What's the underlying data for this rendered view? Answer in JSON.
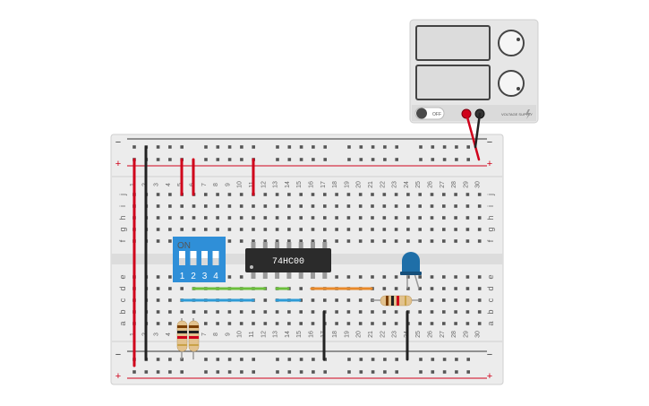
{
  "breadboard": {
    "rail_minus": "−",
    "rail_plus": "+",
    "rows_top": [
      "j",
      "i",
      "h",
      "g",
      "f"
    ],
    "rows_bottom": [
      "e",
      "d",
      "c",
      "b",
      "a"
    ],
    "columns_top": [
      "1",
      "2",
      "3",
      "4",
      "5",
      "6",
      "7",
      "8",
      "9",
      "10",
      "11",
      "12",
      "13",
      "14",
      "15",
      "16",
      "17",
      "18",
      "19",
      "20",
      "21",
      "22",
      "23",
      "24",
      "25",
      "26",
      "27",
      "28",
      "29",
      "30"
    ],
    "columns_bottom": [
      "1",
      "2",
      "3",
      "4",
      "5",
      "6",
      "7",
      "8",
      "9",
      "10",
      "11",
      "12",
      "13",
      "14",
      "15",
      "16",
      "17",
      "18",
      "19",
      "20",
      "21",
      "22",
      "23",
      "24",
      "25",
      "26",
      "27",
      "28",
      "29",
      "30"
    ]
  },
  "dip_switch": {
    "on_label": "ON",
    "switch_labels": [
      "1",
      "2",
      "3",
      "4"
    ]
  },
  "ic": {
    "label": "74HC00"
  },
  "power_supply": {
    "switch_label": "OFF",
    "brand": "VOLTAGE SUPPLY"
  },
  "colors": {
    "wire_red": "#d0021b",
    "wire_black": "#222222",
    "wire_green": "#6cbf3c",
    "wire_blue": "#2e9bd6",
    "wire_orange": "#e8892a",
    "dip_blue": "#2f8fd8",
    "led_blue": "#1f6fa8",
    "board": "#eeeeee"
  }
}
